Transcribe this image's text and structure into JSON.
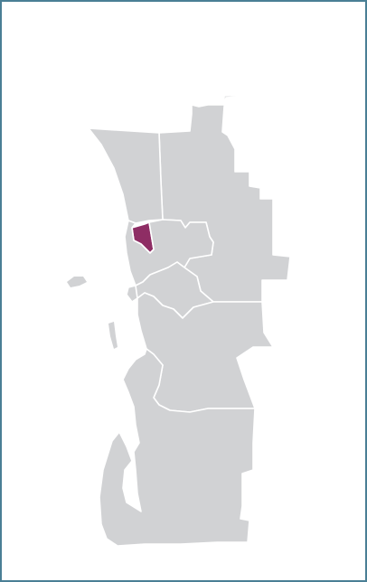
{
  "map": {
    "colors": {
      "frame_border": "#4a7f95",
      "region_fill": "#d1d2d4",
      "region_border": "#ffffff",
      "highlight_fill": "#8e2d64",
      "background": "#ffffff"
    },
    "highlighted_region": "north-west-coastal-district",
    "regions": [
      "north-coastal-strip",
      "north-east-district",
      "north-west-coastal-district",
      "central-inner-district",
      "central-river-district",
      "central-east-district",
      "south-metro-district",
      "south-coastal-district"
    ],
    "islands": [
      "offshore-island-west",
      "offshore-island-small"
    ]
  }
}
